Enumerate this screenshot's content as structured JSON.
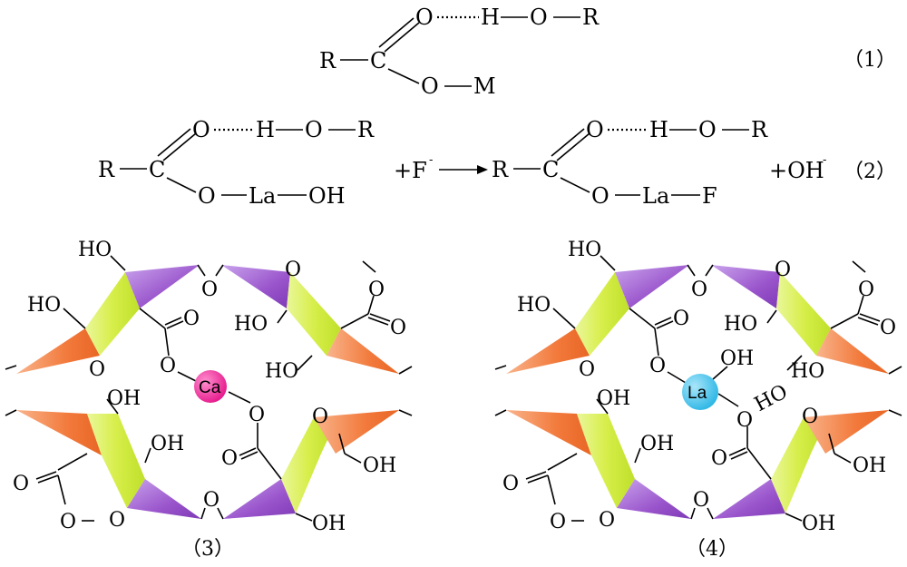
{
  "reaction_1": {
    "R_left": "R",
    "C": "C",
    "O_top": "O",
    "H": "H",
    "O_mid": "O",
    "R_right": "R",
    "O_bottom": "O",
    "M": "M",
    "number": "（1）"
  },
  "reaction_2": {
    "R_left": "R",
    "C_left": "C",
    "O_top_left": "O",
    "H_left": "H",
    "O_mid_left": "O",
    "R_right_left": "R",
    "O_bottom_left": "O",
    "La_left": "La",
    "OH_left": "OH",
    "fluoride_plus": "+F",
    "minus_sign": "-",
    "R_product": "R",
    "C_right": "C",
    "O_top_right": "O",
    "H_right": "H",
    "O_mid_right": "O",
    "R_right_right": "R",
    "O_bottom_right": "O",
    "La_right": "La",
    "F_right": "F",
    "hydroxide_plus": "+OH",
    "minus_sign_2": "-",
    "number": "（2）"
  },
  "structure_3": {
    "caption": "（3）",
    "ion": "Ca",
    "labels": {
      "ho_1": "HO",
      "o_bridge_top": "O",
      "o_top_right": "O",
      "methoxy_o": "O",
      "ho_2": "HO",
      "o_carbonyl_1": "O",
      "ho_3": "HO",
      "o_carbonyl_2": "O",
      "o_ring_left": "O",
      "o_link_1": "O",
      "ho_4": "HO",
      "oh_1": "OH",
      "o_link_2": "O",
      "o_ring_right": "O",
      "oh_2": "OH",
      "o_carbonyl_3": "O",
      "o_carbonyl_4": "O",
      "oh_3": "OH",
      "o_methoxy_bottom": "O",
      "o_ring_bottom": "O",
      "o_bridge_bottom": "O",
      "oh_4": "OH"
    }
  },
  "structure_4": {
    "caption": "（4）",
    "ion": "La",
    "labels": {
      "ho_1": "HO",
      "o_bridge_top": "O",
      "o_top_right": "O",
      "methoxy_o": "O",
      "ho_2": "HO",
      "o_carbonyl_1": "O",
      "ho_3": "HO",
      "o_carbonyl_2": "O",
      "o_ring_left": "O",
      "o_link_1": "O",
      "oh_la": "OH",
      "ho_4": "HO",
      "ho_la": "HO",
      "oh_1": "OH",
      "o_link_2": "O",
      "o_ring_right": "O",
      "oh_2": "OH",
      "o_carbonyl_3": "O",
      "o_carbonyl_4": "O",
      "oh_3": "OH",
      "o_methoxy_bottom": "O",
      "o_ring_bottom": "O",
      "o_bridge_bottom": "O",
      "oh_4": "OH"
    }
  },
  "colors": {
    "green_face": "#d9ef52",
    "purple_face": "#a15fd1",
    "orange_face": "#f2844a",
    "ca_ion": "#e6198c",
    "la_ion": "#45c3ec"
  }
}
